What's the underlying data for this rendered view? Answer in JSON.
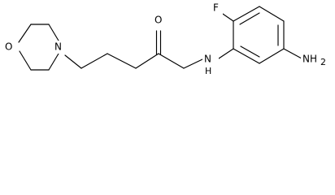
{
  "molecule": {
    "atoms": {
      "oxygen_ring": "O",
      "nitrogen_ring": "N",
      "oxygen_carbonyl": "O",
      "amide_n": "N",
      "amide_h": "H",
      "fluorine": "F",
      "amine": "NH",
      "amine_subscript": "2"
    }
  }
}
